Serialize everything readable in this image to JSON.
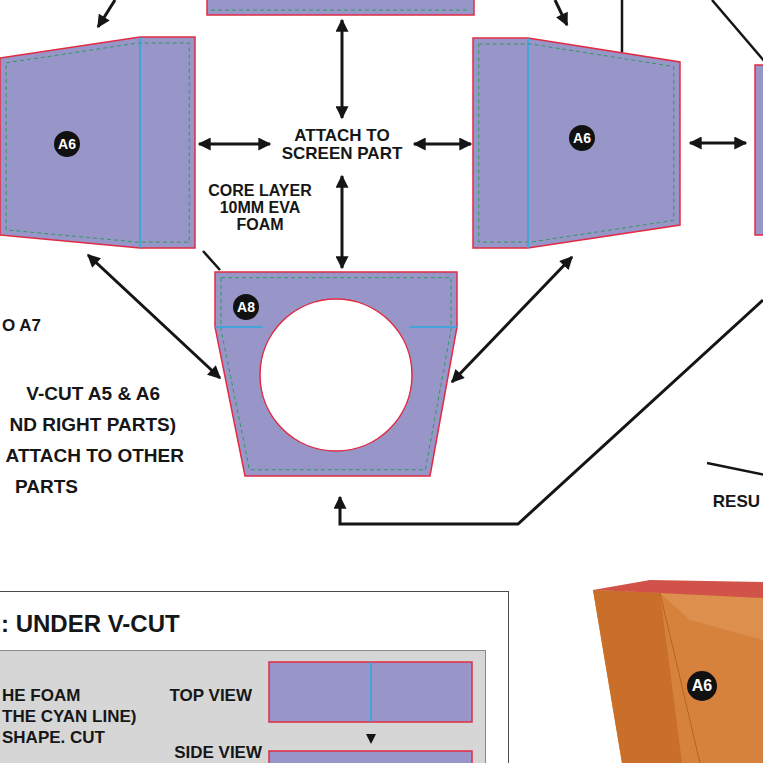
{
  "diagram": {
    "nodes": [
      {
        "text": [
          "A6"
        ]
      },
      {
        "text": [
          "A6"
        ]
      },
      {
        "text": [
          "A8"
        ]
      },
      {
        "text": [
          ": UNDER V-CUT"
        ]
      },
      {
        "text": [
          "HE FOAM",
          "THE CYAN LINE)",
          "SHAPE. CUT",
          "TOP VIEW",
          "SIDE VIEW"
        ],
        "in": 3
      }
    ],
    "edges": [
      {
        "from": 0,
        "to": 2,
        "arrow": "both"
      },
      {
        "from": 1,
        "to": 2,
        "arrow": "both"
      }
    ],
    "labels": [
      "ATTACH TO SCREEN PART",
      "CORE LAYER 10MM EVA FOAM",
      "O A7",
      "V-CUT A5 & A6",
      "ND RIGHT PARTS)",
      "ATTACH TO OTHER",
      "PARTS",
      "RESU",
      "A6"
    ]
  }
}
